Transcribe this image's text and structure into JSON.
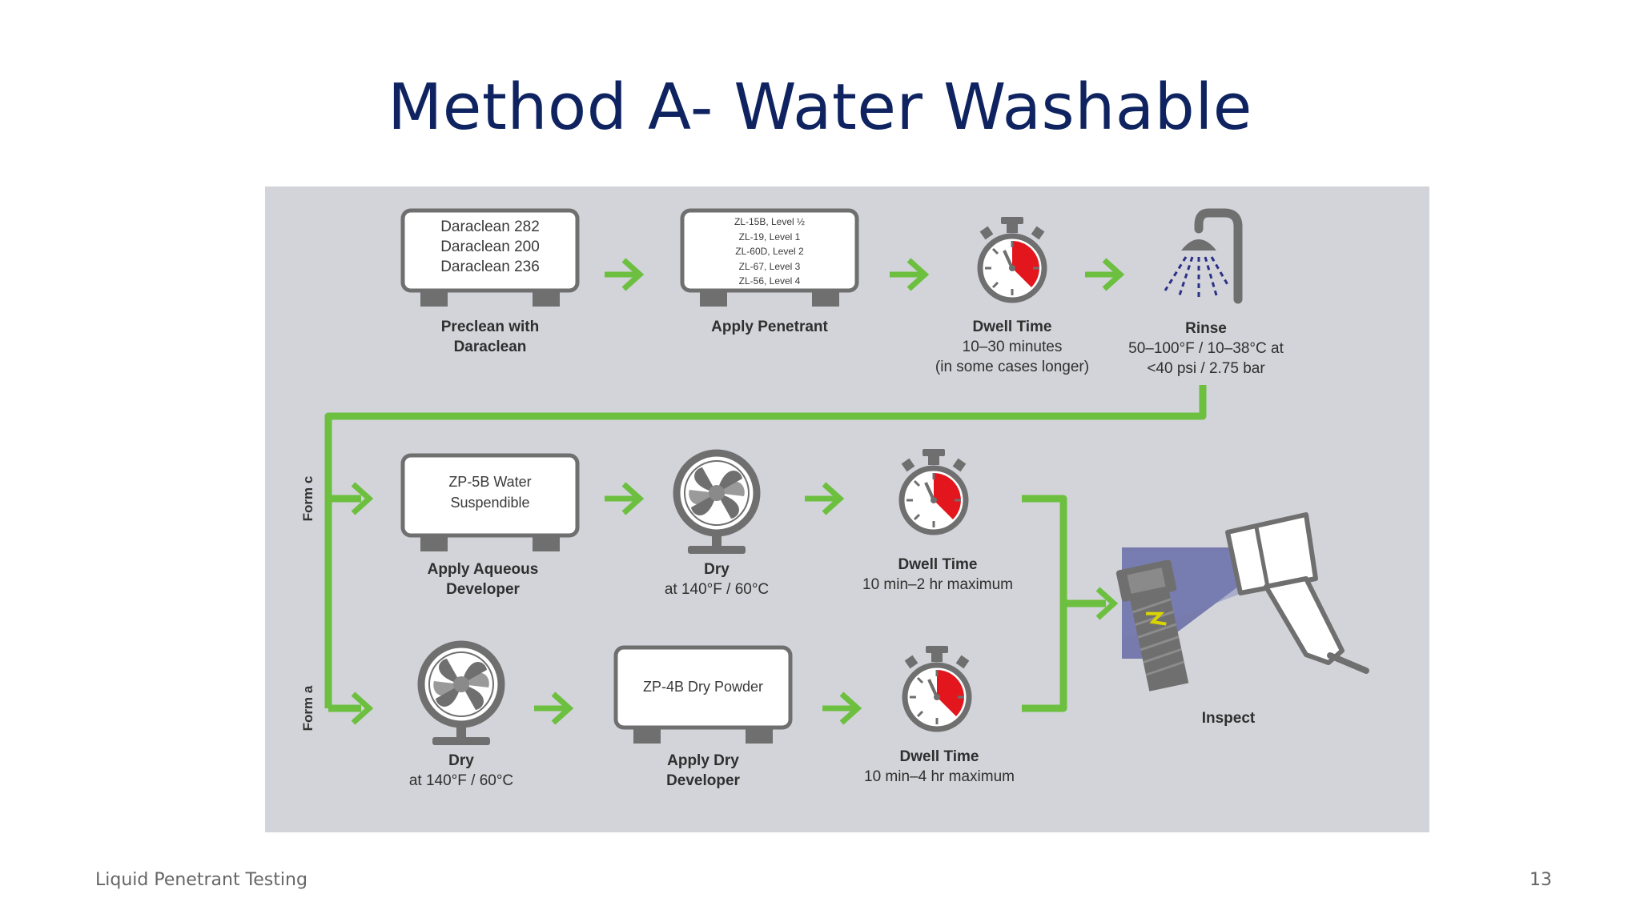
{
  "slide": {
    "title": "Method A- Water Washable",
    "footer_left": "Liquid Penetrant Testing",
    "page_number": "13"
  },
  "diagram": {
    "row1": {
      "preclean": {
        "tank_lines": [
          "Daraclean 282",
          "Daraclean 200",
          "Daraclean 236"
        ],
        "label_lines": [
          "Preclean with",
          "Daraclean"
        ]
      },
      "penetrant": {
        "tank_lines": [
          "ZL-15B, Level ½",
          "ZL-19, Level 1",
          "ZL-60D, Level 2",
          "ZL-67, Level 3",
          "ZL-56, Level 4"
        ],
        "label": "Apply Penetrant"
      },
      "dwell": {
        "title": "Dwell Time",
        "lines": [
          "10–30 minutes",
          "(in some cases longer)"
        ]
      },
      "rinse": {
        "title": "Rinse",
        "lines": [
          "50–100°F / 10–38°C at",
          "<40 psi / 2.75 bar"
        ]
      }
    },
    "form_c": {
      "side_label": "Form c",
      "developer": {
        "tank_lines": [
          "ZP-5B Water",
          "Suspendible"
        ],
        "label_lines": [
          "Apply Aqueous",
          "Developer"
        ]
      },
      "dry": {
        "title": "Dry",
        "line": "at 140°F / 60°C"
      },
      "dwell": {
        "title": "Dwell Time",
        "line": "10 min–2 hr maximum"
      }
    },
    "form_a": {
      "side_label": "Form a",
      "dry": {
        "title": "Dry",
        "line": "at 140°F / 60°C"
      },
      "developer": {
        "tank_lines": [
          "ZP-4B Dry Powder"
        ],
        "label_lines": [
          "Apply Dry",
          "Developer"
        ]
      },
      "dwell": {
        "title": "Dwell Time",
        "line": "10 min–4 hr maximum"
      }
    },
    "inspect": {
      "label": "Inspect"
    },
    "colors": {
      "arrow_green": "#6cbf3f",
      "timer_red": "#e3161d",
      "icon_gray": "#6f6f6f",
      "uv_blue": "#2b2f86",
      "title_navy": "#0e2360"
    },
    "icons": [
      "tank-icon",
      "arrow-right-icon",
      "stopwatch-icon",
      "shower-head-icon",
      "fan-icon",
      "uv-lamp-icon",
      "bolt-icon"
    ]
  }
}
